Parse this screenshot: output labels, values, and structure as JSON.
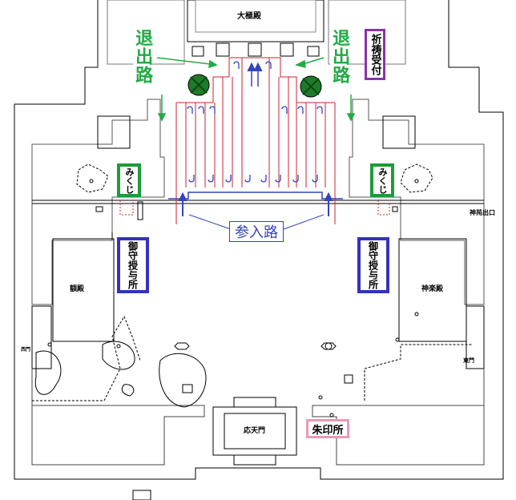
{
  "map": {
    "buildings": {
      "main_hall": "大極殿",
      "west_hall": "額殿",
      "kagura_hall": "神楽殿",
      "gate": "応天門",
      "east_gate": "東門",
      "west_gate": "西門",
      "exit_gate": "神苑出口"
    },
    "signs": {
      "exit_left": "退出路",
      "exit_right": "退出路",
      "prayer": "祈祷受付",
      "omikuji_left": "みくじ",
      "omikuji_right": "みくじ",
      "amulet_left": "御守授与所",
      "amulet_right": "御守授与所",
      "approach": "参入路",
      "goshuin": "朱印所"
    },
    "colors": {
      "exit_green": "#22aa44",
      "omikuji_green": "#1f9a3a",
      "approach_blue": "#3344bb",
      "amulet_blue": "#3333bb",
      "prayer_purple": "#8833aa",
      "goshuin_pink": "#e89ab8",
      "queue_red": "#cc2233"
    }
  }
}
